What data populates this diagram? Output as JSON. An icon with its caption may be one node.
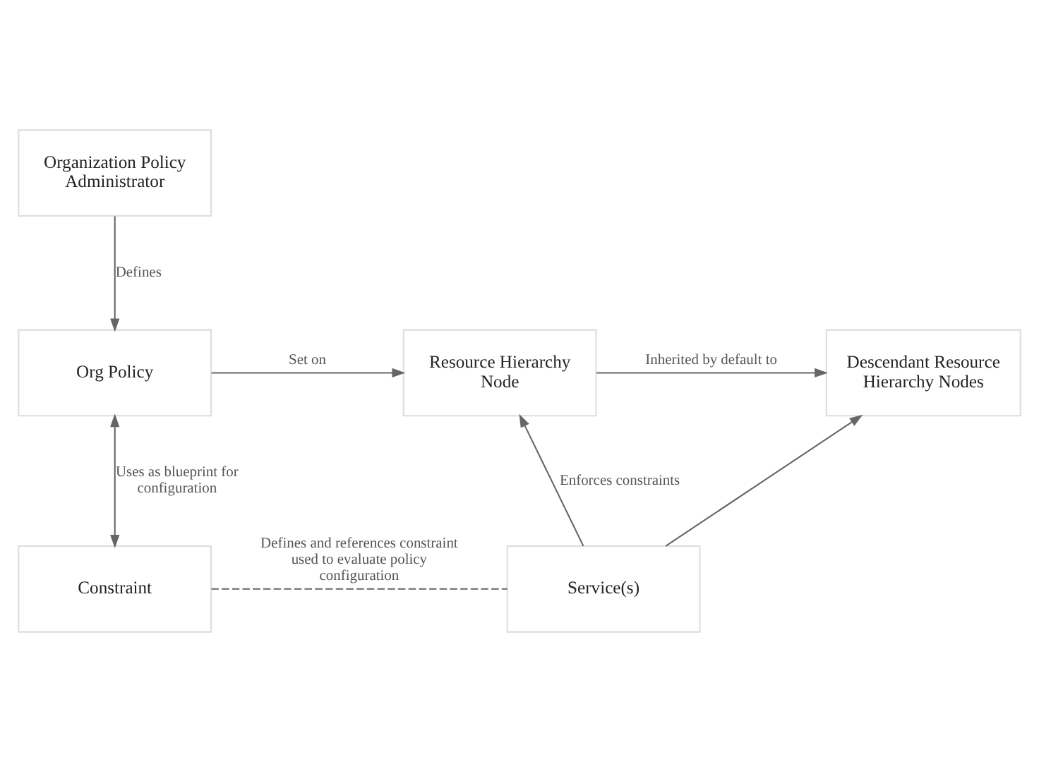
{
  "diagram": {
    "nodes": [
      {
        "text": [
          "Organization Policy Administrator"
        ]
      },
      {
        "text": [
          "Org Policy"
        ]
      },
      {
        "text": [
          "Resource Hierarchy Node"
        ]
      },
      {
        "text": [
          "Descendant Resource Hierarchy Nodes"
        ]
      },
      {
        "text": [
          "Constraint"
        ]
      },
      {
        "text": [
          "Service(s)"
        ]
      }
    ],
    "edges": [
      {
        "from": 0,
        "to": 1,
        "arrow": "to",
        "label": "Defines"
      },
      {
        "from": 1,
        "to": 2,
        "arrow": "to",
        "label": "Set on"
      },
      {
        "from": 2,
        "to": 3,
        "arrow": "to",
        "label": "Inherited by default to"
      },
      {
        "from": 1,
        "to": 4,
        "arrow": "both",
        "label": "Uses as blueprint for configuration"
      },
      {
        "from": 5,
        "to": 2,
        "arrow": "to",
        "label": "Enforces constraints"
      },
      {
        "from": 5,
        "to": 3,
        "arrow": "to"
      },
      {
        "from": 4,
        "to": 5,
        "arrow": "none",
        "style": "dashed",
        "label": "Defines and references constraint used to evaluate policy configuration"
      }
    ]
  }
}
